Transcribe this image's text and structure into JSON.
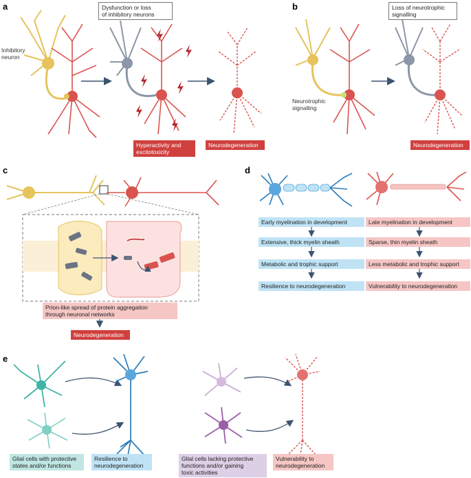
{
  "panels": {
    "a": {
      "label": "a",
      "inhibitory_neuron": "Inhibitory\nneuron",
      "dysfunction": "Dysfunction or loss\nof inhibitory neurons",
      "hyperactivity": "Hyperactivity and\nexcitotoxicity",
      "neurodegeneration": "Neurodegeneration"
    },
    "b": {
      "label": "b",
      "loss": "Loss of neurotrophic\nsignalling",
      "neurotrophic": "Neurotrophic\nsignalling",
      "neurodegeneration": "Neurodegeneration"
    },
    "c": {
      "label": "c",
      "prion": "Prion-like spread of protein aggregation\nthrough neuronal networks",
      "neurodegeneration": "Neurodegeneration"
    },
    "d": {
      "label": "d",
      "left": [
        "Early myelination in development",
        "Extensive, thick myelin sheath",
        "Metabolic and trophic support",
        "Resilience to neurodegeneration"
      ],
      "right": [
        "Late myelination in development",
        "Sparse, thin myelin sheath",
        "Less metabolic and trophic support",
        "Vulnerability to neurodegeneration"
      ]
    },
    "e": {
      "label": "e",
      "glial_protective": "Glial cells with protective\nstates and/or functions",
      "resilience": "Resilience to\nneurodegeneration",
      "glial_lacking": "Glial cells lacking protective\nfunctions and/or gaining\ntoxic activities",
      "vulnerability": "Vulnerability to\nneurodegeneration"
    }
  },
  "colors": {
    "inhibitory": "#e6c35c",
    "excitatory": "#d9534f",
    "grey_neuron": "#8c96a8",
    "myelin_blue": "#2b7bb9",
    "teal_glia": "#3fb3a6",
    "purple_glia": "#9b5ea8",
    "arrow": "#3d5470"
  }
}
